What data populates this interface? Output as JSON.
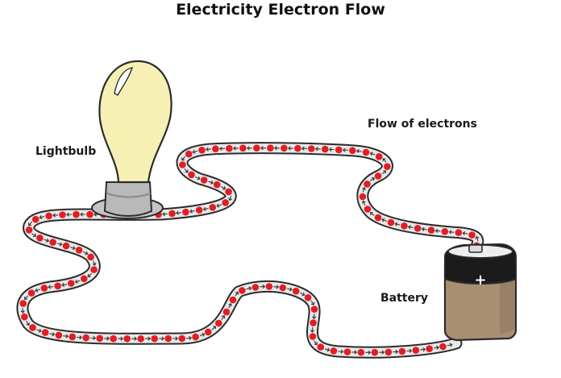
{
  "diagram": {
    "title": "Electricity Electron Flow",
    "labels": {
      "lightbulb": "Lightbulb",
      "flow": "Flow of electrons",
      "battery": "Battery"
    },
    "battery_terminal_symbol": "+",
    "colors": {
      "wire_outline": "#2b2b2b",
      "wire_fill": "#e9e9e9",
      "electron": "#e01e23",
      "bulb_glass": "#f7f0b4",
      "bulb_base": "#b9b9b9",
      "battery_body": "#a88f72",
      "battery_cap": "#1b1b1b"
    }
  }
}
